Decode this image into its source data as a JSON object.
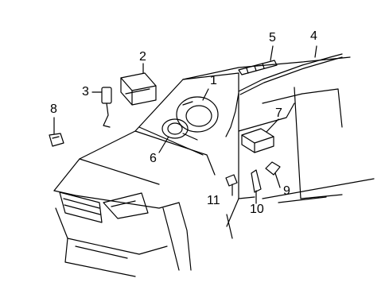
{
  "colors": {
    "ink": "#000000",
    "background": "#ffffff"
  },
  "callouts": [
    {
      "id": "c1",
      "label": "1"
    },
    {
      "id": "c2",
      "label": "2"
    },
    {
      "id": "c3",
      "label": "3"
    },
    {
      "id": "c4",
      "label": "4"
    },
    {
      "id": "c5",
      "label": "5"
    },
    {
      "id": "c6",
      "label": "6"
    },
    {
      "id": "c7",
      "label": "7"
    },
    {
      "id": "c8",
      "label": "8"
    },
    {
      "id": "c9",
      "label": "9"
    },
    {
      "id": "c10",
      "label": "10"
    },
    {
      "id": "c11",
      "label": "11"
    }
  ]
}
